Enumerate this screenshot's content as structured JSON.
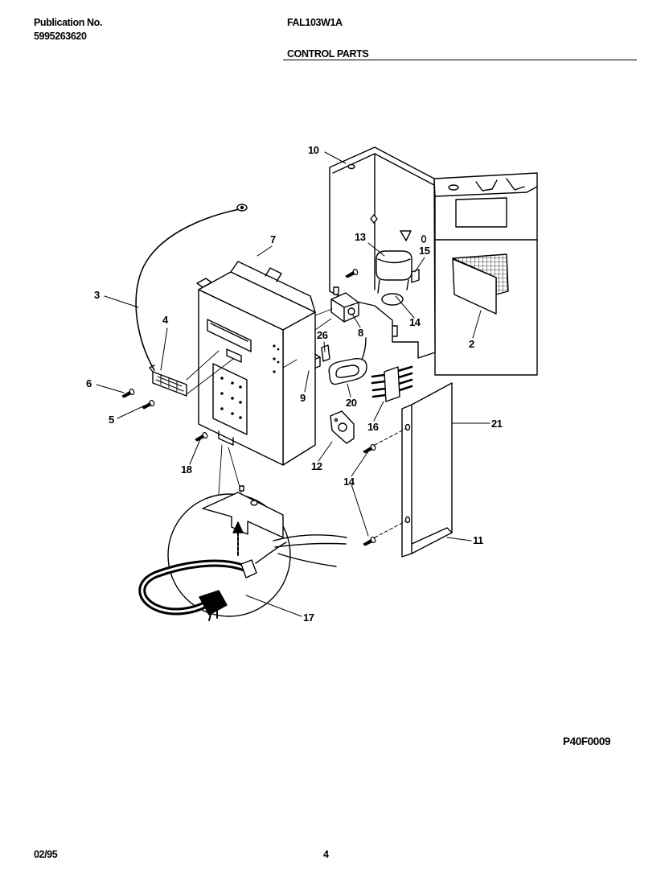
{
  "header": {
    "publication_label": "Publication No.",
    "publication_number": "5995263620",
    "model": "FAL103W1A",
    "section_title": "CONTROL PARTS"
  },
  "diagram": {
    "callouts": [
      "10",
      "7",
      "3",
      "4",
      "6",
      "5",
      "13",
      "15",
      "14",
      "2",
      "26",
      "8",
      "9",
      "20",
      "16",
      "21",
      "12",
      "14",
      "18",
      "11",
      "17"
    ]
  },
  "footer": {
    "drawing_code": "P40F0009",
    "date": "02/95",
    "page_number": "4"
  }
}
